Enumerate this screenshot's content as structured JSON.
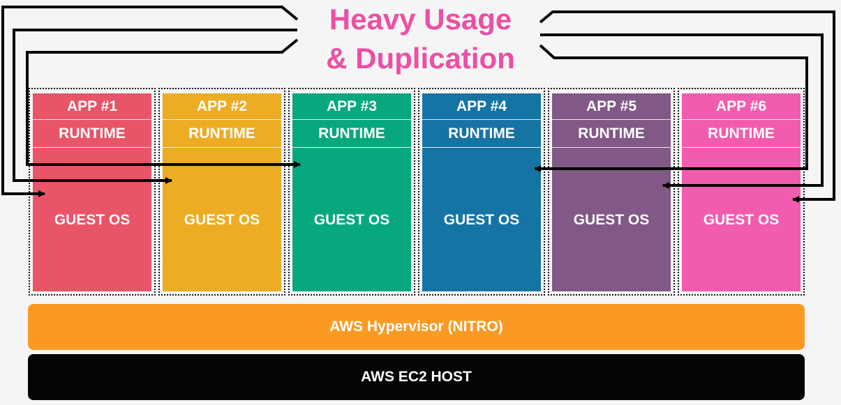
{
  "title": {
    "line1": "Heavy Usage",
    "line2": "& Duplication"
  },
  "vms": [
    {
      "app": "APP #1",
      "runtime": "RUNTIME",
      "guest": "GUEST OS",
      "color": "#e85468"
    },
    {
      "app": "APP #2",
      "runtime": "RUNTIME",
      "guest": "GUEST OS",
      "color": "#ecac24"
    },
    {
      "app": "APP #3",
      "runtime": "RUNTIME",
      "guest": "GUEST OS",
      "color": "#07a87e"
    },
    {
      "app": "APP #4",
      "runtime": "RUNTIME",
      "guest": "GUEST OS",
      "color": "#1674a5"
    },
    {
      "app": "APP #5",
      "runtime": "RUNTIME",
      "guest": "GUEST OS",
      "color": "#825886"
    },
    {
      "app": "APP #6",
      "runtime": "RUNTIME",
      "guest": "GUEST OS",
      "color": "#f25cae"
    }
  ],
  "hypervisor": {
    "label": "AWS Hypervisor (NITRO)",
    "color": "#fb9a23"
  },
  "host": {
    "label": "AWS EC2 HOST",
    "color": "#050505"
  },
  "colors": {
    "title": "#ec4fa4",
    "background": "#f5f5f5",
    "arrow": "#000000"
  }
}
